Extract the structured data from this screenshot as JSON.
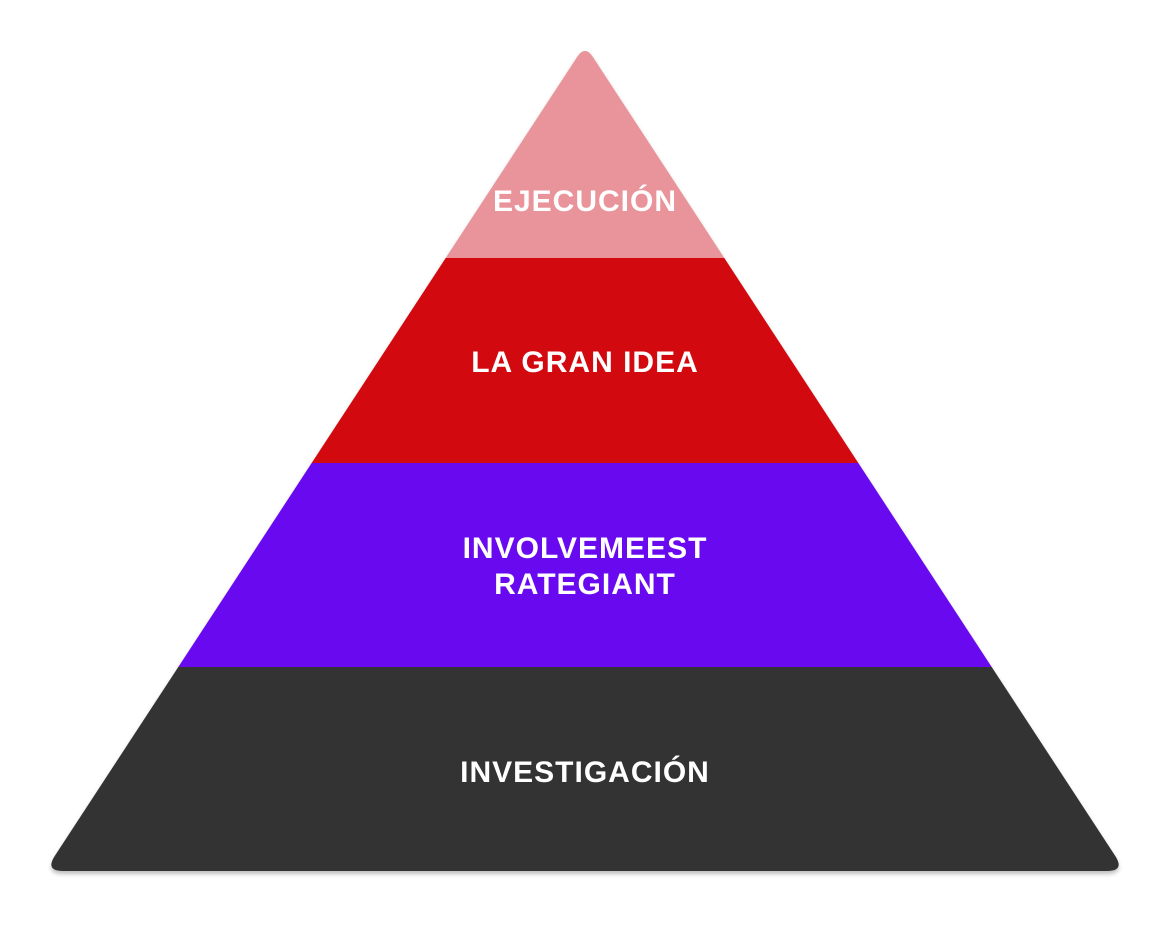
{
  "pyramid": {
    "background_color": "#ffffff",
    "label_color": "#ffffff",
    "levels": [
      {
        "id": "ejecucion",
        "label": "EJECUCIÓN",
        "color": "#e8949a"
      },
      {
        "id": "la-gran-idea",
        "label": "LA GRAN IDEA",
        "color": "#d20a10"
      },
      {
        "id": "involvemeest-rategiant",
        "label": "INVOLVEMEEST",
        "label_line2": "RATEGIANT",
        "color": "#6909f0"
      },
      {
        "id": "investigacion",
        "label": "INVESTIGACIÓN",
        "color": "#333333"
      }
    ]
  }
}
